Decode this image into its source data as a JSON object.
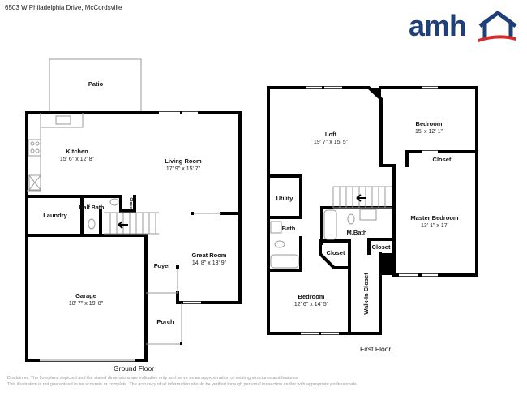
{
  "header": {
    "address": "6503 W Philadelphia Drive, McCordsville",
    "logo_text": "amh"
  },
  "colors": {
    "brand_blue": "#1f3f78",
    "brand_red": "#d62b2b"
  },
  "ground_floor": {
    "title": "Ground Floor",
    "rooms": [
      {
        "name": "Patio"
      },
      {
        "name": "Kitchen",
        "dims": "15' 6\" x 12' 8\""
      },
      {
        "name": "Living Room",
        "dims": "17' 9\" x 15' 7\""
      },
      {
        "name": "Laundry"
      },
      {
        "name": "Half Bath"
      },
      {
        "name": "Closet"
      },
      {
        "name": "Great Room",
        "dims": "14' 8\" x 13' 9\""
      },
      {
        "name": "Foyer"
      },
      {
        "name": "Garage",
        "dims": "18' 7\" x 19' 8\""
      },
      {
        "name": "Porch"
      }
    ]
  },
  "first_floor": {
    "title": "First Floor",
    "rooms": [
      {
        "name": "Loft",
        "dims": "19' 7\" x 15' 5\""
      },
      {
        "name": "Bedroom",
        "dims": "15' x 12' 1\""
      },
      {
        "name": "Closet"
      },
      {
        "name": "Utility"
      },
      {
        "name": "Master Bedroom",
        "dims": "13' 1\" x 17'"
      },
      {
        "name": "Bath"
      },
      {
        "name": "M.Bath"
      },
      {
        "name": "Closet"
      },
      {
        "name": "Closet"
      },
      {
        "name": "Bedroom",
        "dims": "12' 6\" x 14' 5\""
      },
      {
        "name": "Walk-In Closet"
      }
    ]
  },
  "disclaimer": {
    "line1": "Disclaimer: The floorplans depicted and the stated dimensions are indicative only and serve as an approximation of existing structures and features.",
    "line2": "This illustration is not guaranteed to be accurate or complete. The accuracy of all information should be verified through personal inspection and/or with appropriate professionals."
  }
}
